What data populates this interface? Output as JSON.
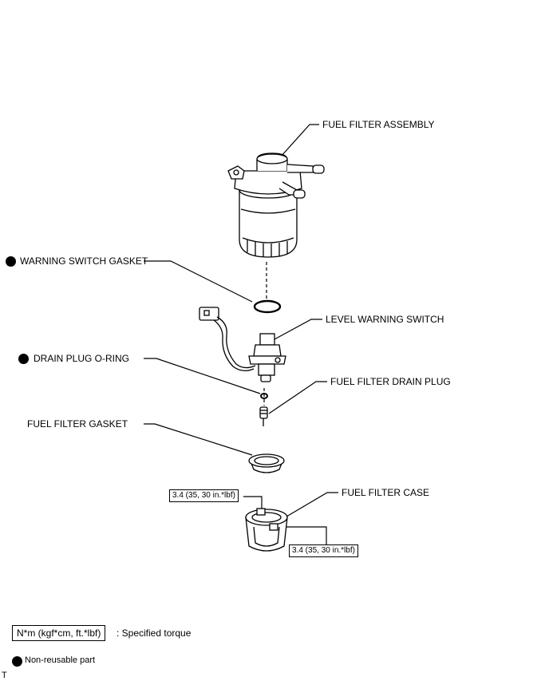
{
  "labels": {
    "fuel_filter_assembly": "FUEL FILTER ASSEMBLY",
    "warning_switch_gasket": "WARNING SWITCH GASKET",
    "level_warning_switch": "LEVEL WARNING SWITCH",
    "drain_plug_o_ring": "DRAIN PLUG O-RING",
    "fuel_filter_drain_plug": "FUEL FILTER DRAIN PLUG",
    "fuel_filter_gasket": "FUEL FILTER GASKET",
    "fuel_filter_case": "FUEL FILTER CASE"
  },
  "torque": {
    "spec_1": "3.4 (35, 30 in.*lbf)",
    "spec_2": "3.4 (35, 30 in.*lbf)"
  },
  "legend": {
    "torque_unit": "N*m (kgf*cm, ft.*lbf)",
    "torque_desc": ": Specified torque",
    "non_reusable": "Non-reusable part"
  },
  "corner_mark": "T"
}
